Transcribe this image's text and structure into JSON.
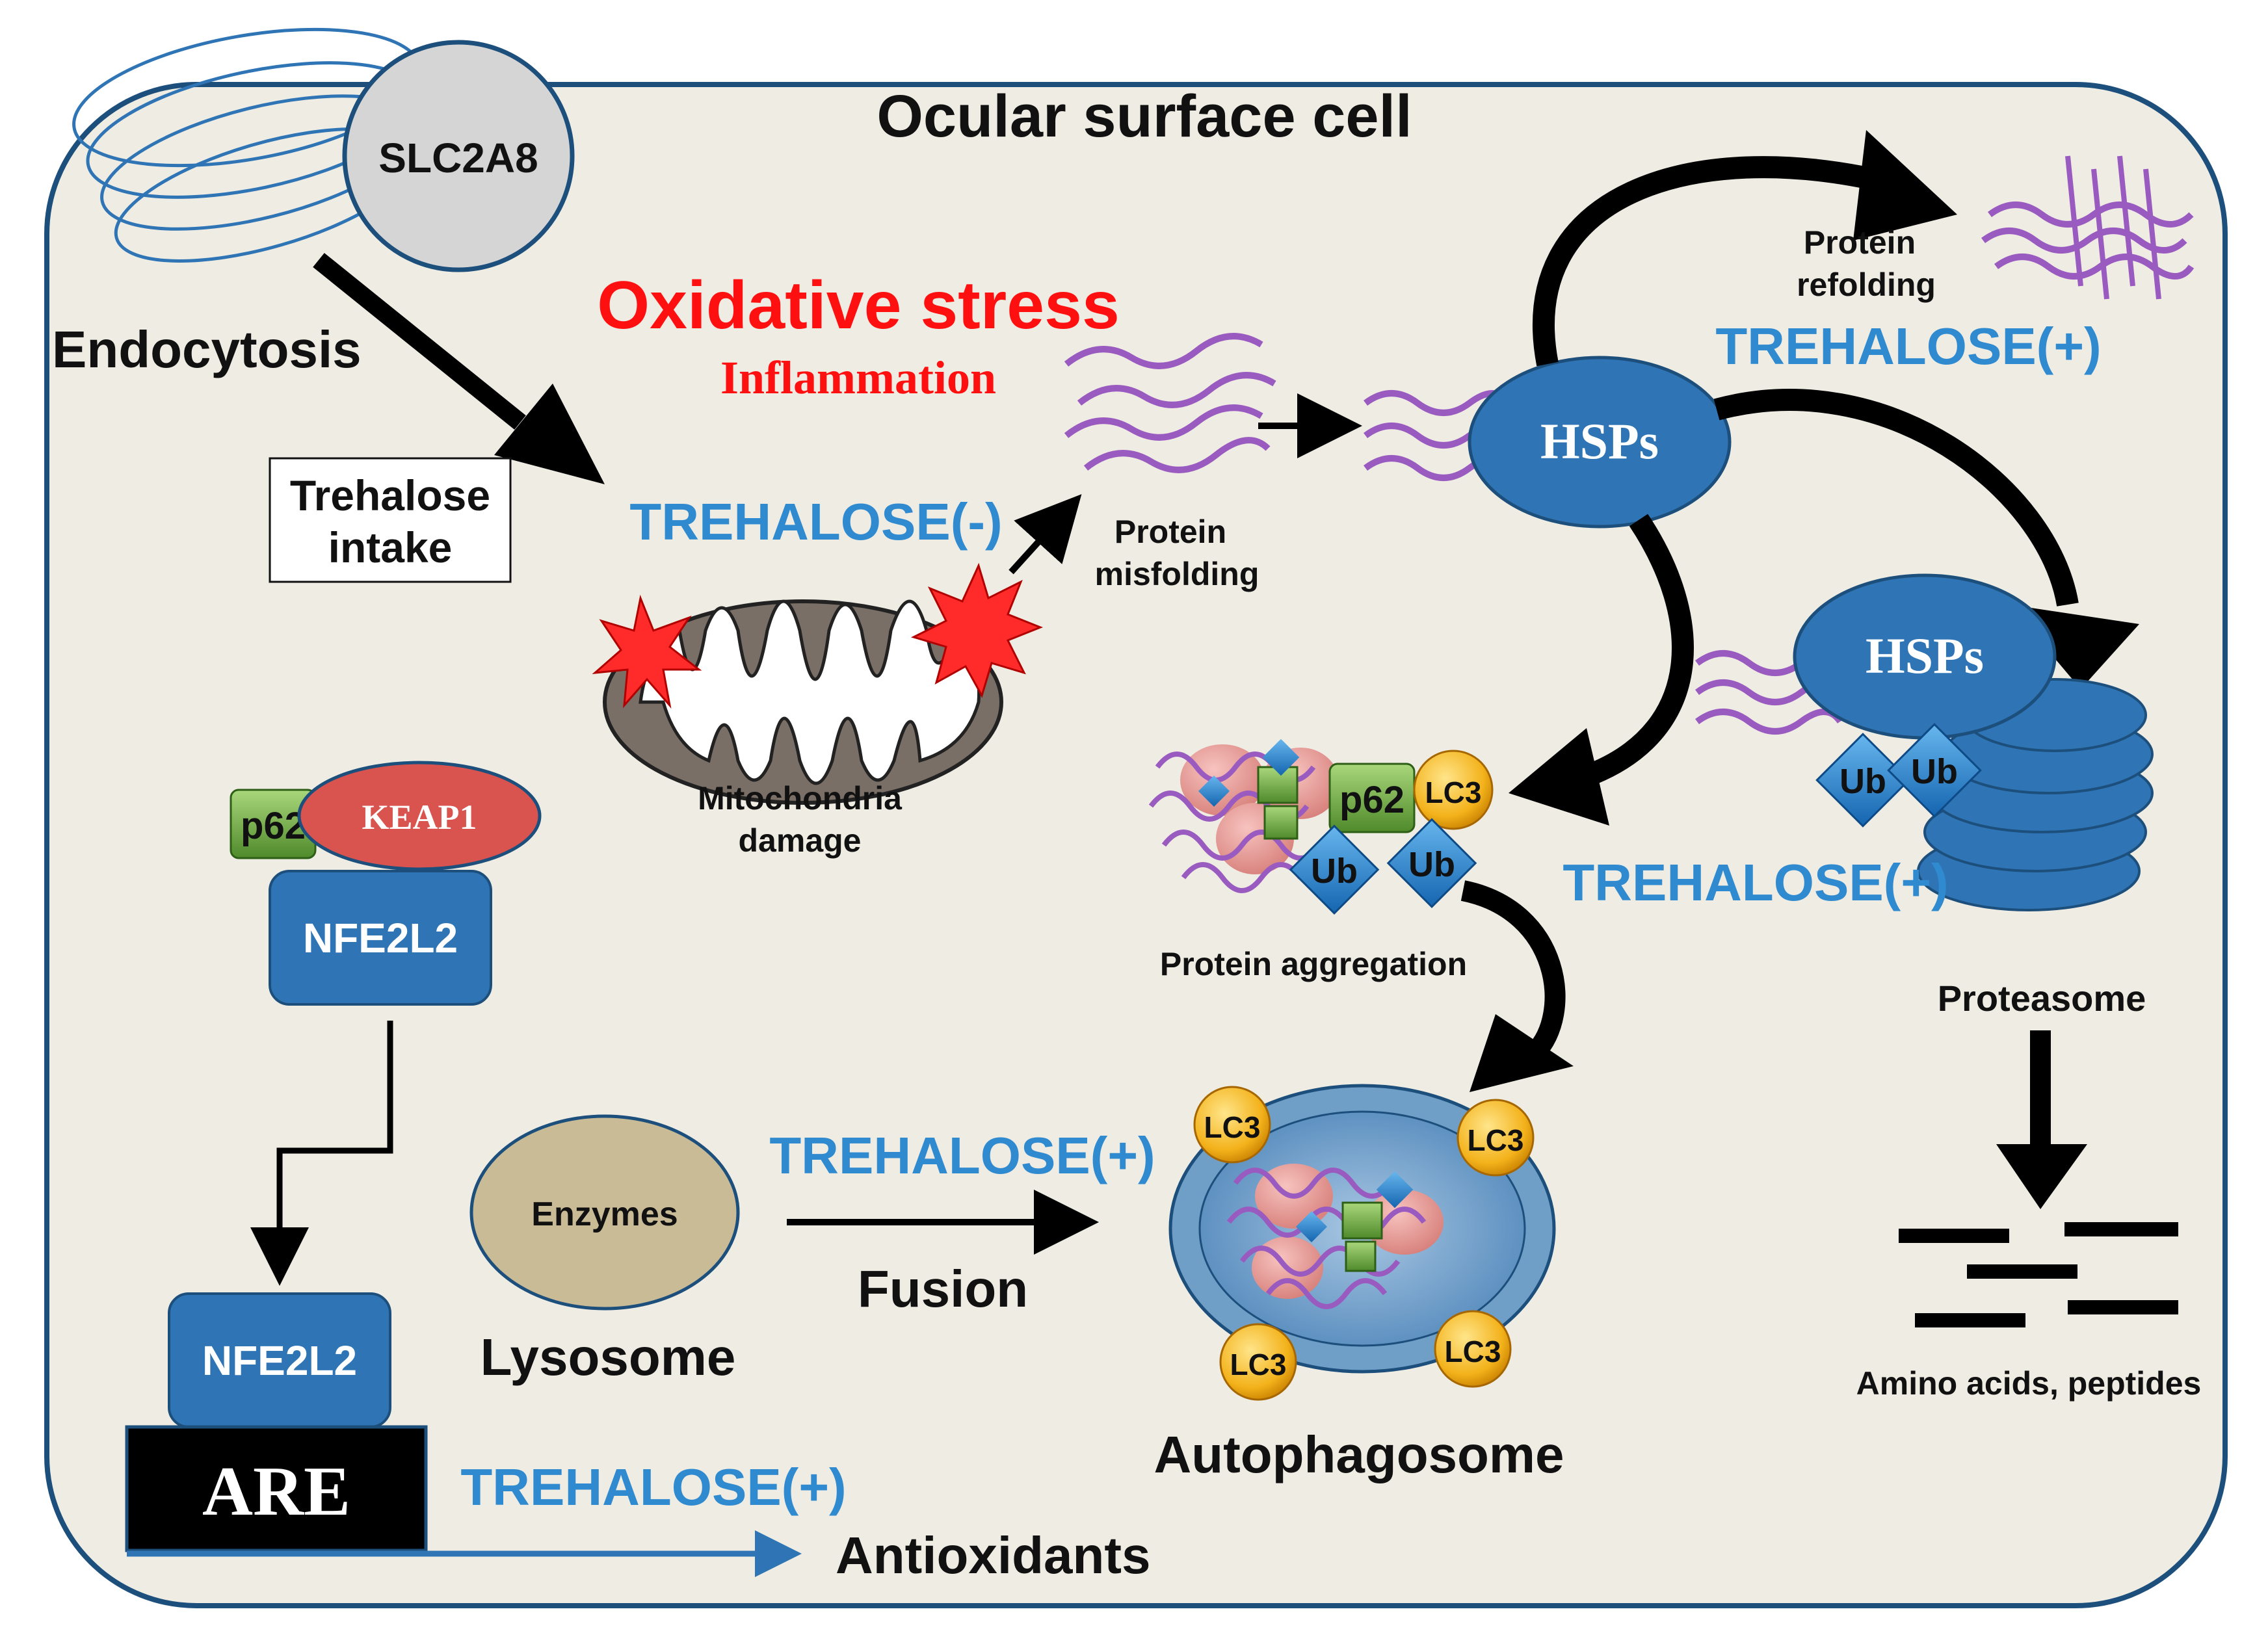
{
  "cell_title": "Ocular surface cell",
  "transporter": "SLC2A8",
  "endocytosis": "Endocytosis",
  "trehalose_intake": [
    "Trehalose",
    "intake"
  ],
  "oxidative_stress": "Oxidative stress",
  "inflammation": "Inflammation",
  "trehalose_minus": "TREHALOSE(-)",
  "trehalose_plus": "TREHALOSE(+)",
  "mitochondria_label": [
    "Mitochondria",
    "damage"
  ],
  "misfolding_label": [
    "Protein",
    "misfolding"
  ],
  "hsps": "HSPs",
  "refolding_label": [
    "Protein",
    "refolding"
  ],
  "aggregation_label": "Protein aggregation",
  "p62": "p62",
  "lc3": "LC3",
  "ub": "Ub",
  "keap1": "KEAP1",
  "nfe2l2": "NFE2L2",
  "are": "ARE",
  "antioxidants": "Antioxidants",
  "enzymes": "Enzymes",
  "lysosome": "Lysosome",
  "fusion": "Fusion",
  "autophagosome": "Autophagosome",
  "proteasome": "Proteasome",
  "amino_acids": "Amino acids, peptides",
  "colors": {
    "cell_fill": "#efece3",
    "cell_border": "#1d4f7c",
    "trehalose_text": "#2f8ad0",
    "oxidative_text": "#ff1010",
    "hsp_blue": "#2f75b5",
    "lc3_gold": "#f3b21b",
    "p62_green": "#76b347",
    "keap1_red": "#d9534f",
    "protein_purple": "#9a5bc0",
    "lysosome_fill": "#c9bb96",
    "autophagosome_fill": "#6f9ec7"
  }
}
